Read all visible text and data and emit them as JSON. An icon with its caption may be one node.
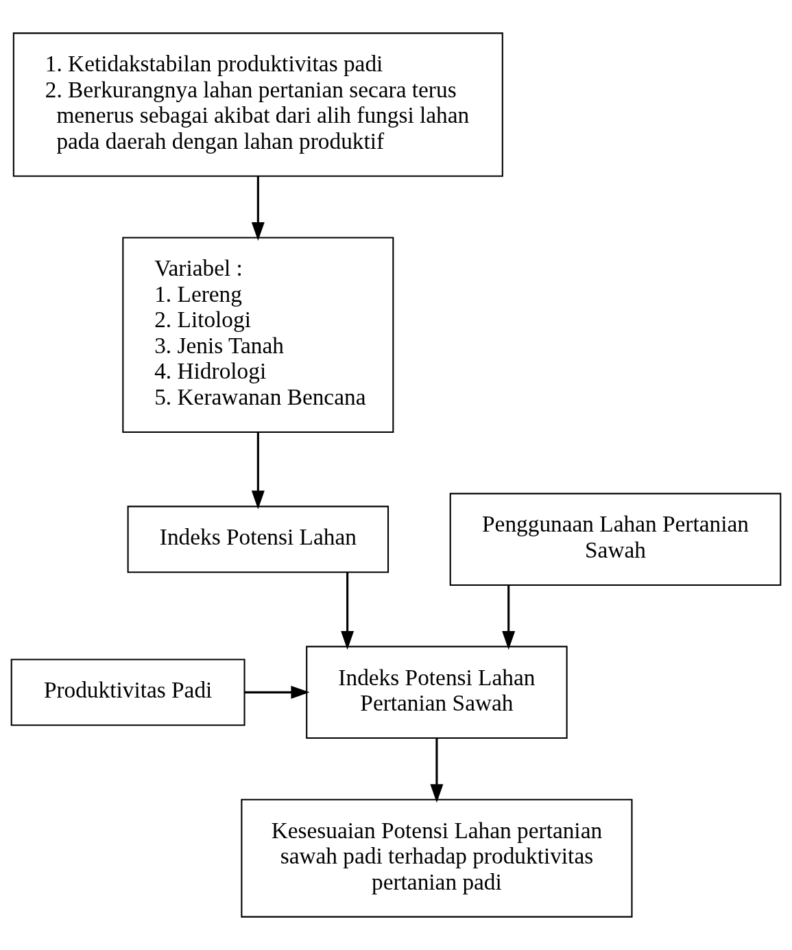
{
  "diagram": {
    "nodes": [
      {
        "text": [
          "1. Ketidakstabilan produktivitas padi",
          "2. Berkurangnya lahan pertanian secara terus menerus sebagai akibat dari alih fungsi lahan pada daerah dengan lahan produktif"
        ]
      },
      {
        "text": [
          "Variabel :",
          "1. Lereng",
          "2. Litologi",
          "3. Jenis Tanah",
          "4. Hidrologi",
          "5. Kerawanan Bencana"
        ]
      },
      {
        "text": [
          "Indeks Potensi Lahan"
        ]
      },
      {
        "text": [
          "Penggunaan Lahan Pertanian Sawah"
        ]
      },
      {
        "text": [
          "Produktivitas Padi"
        ]
      },
      {
        "text": [
          "Indeks Potensi Lahan Pertanian Sawah"
        ]
      },
      {
        "text": [
          "Kesesuaian Potensi Lahan pertanian sawah padi terhadap produktivitas pertanian padi"
        ]
      }
    ],
    "edges": [
      {
        "from": 0,
        "to": 1,
        "arrow": "to"
      },
      {
        "from": 1,
        "to": 2,
        "arrow": "to"
      },
      {
        "from": 2,
        "to": 5,
        "arrow": "to"
      },
      {
        "from": 3,
        "to": 5,
        "arrow": "to"
      },
      {
        "from": 4,
        "to": 5,
        "arrow": "to"
      },
      {
        "from": 5,
        "to": 6,
        "arrow": "to"
      }
    ]
  }
}
